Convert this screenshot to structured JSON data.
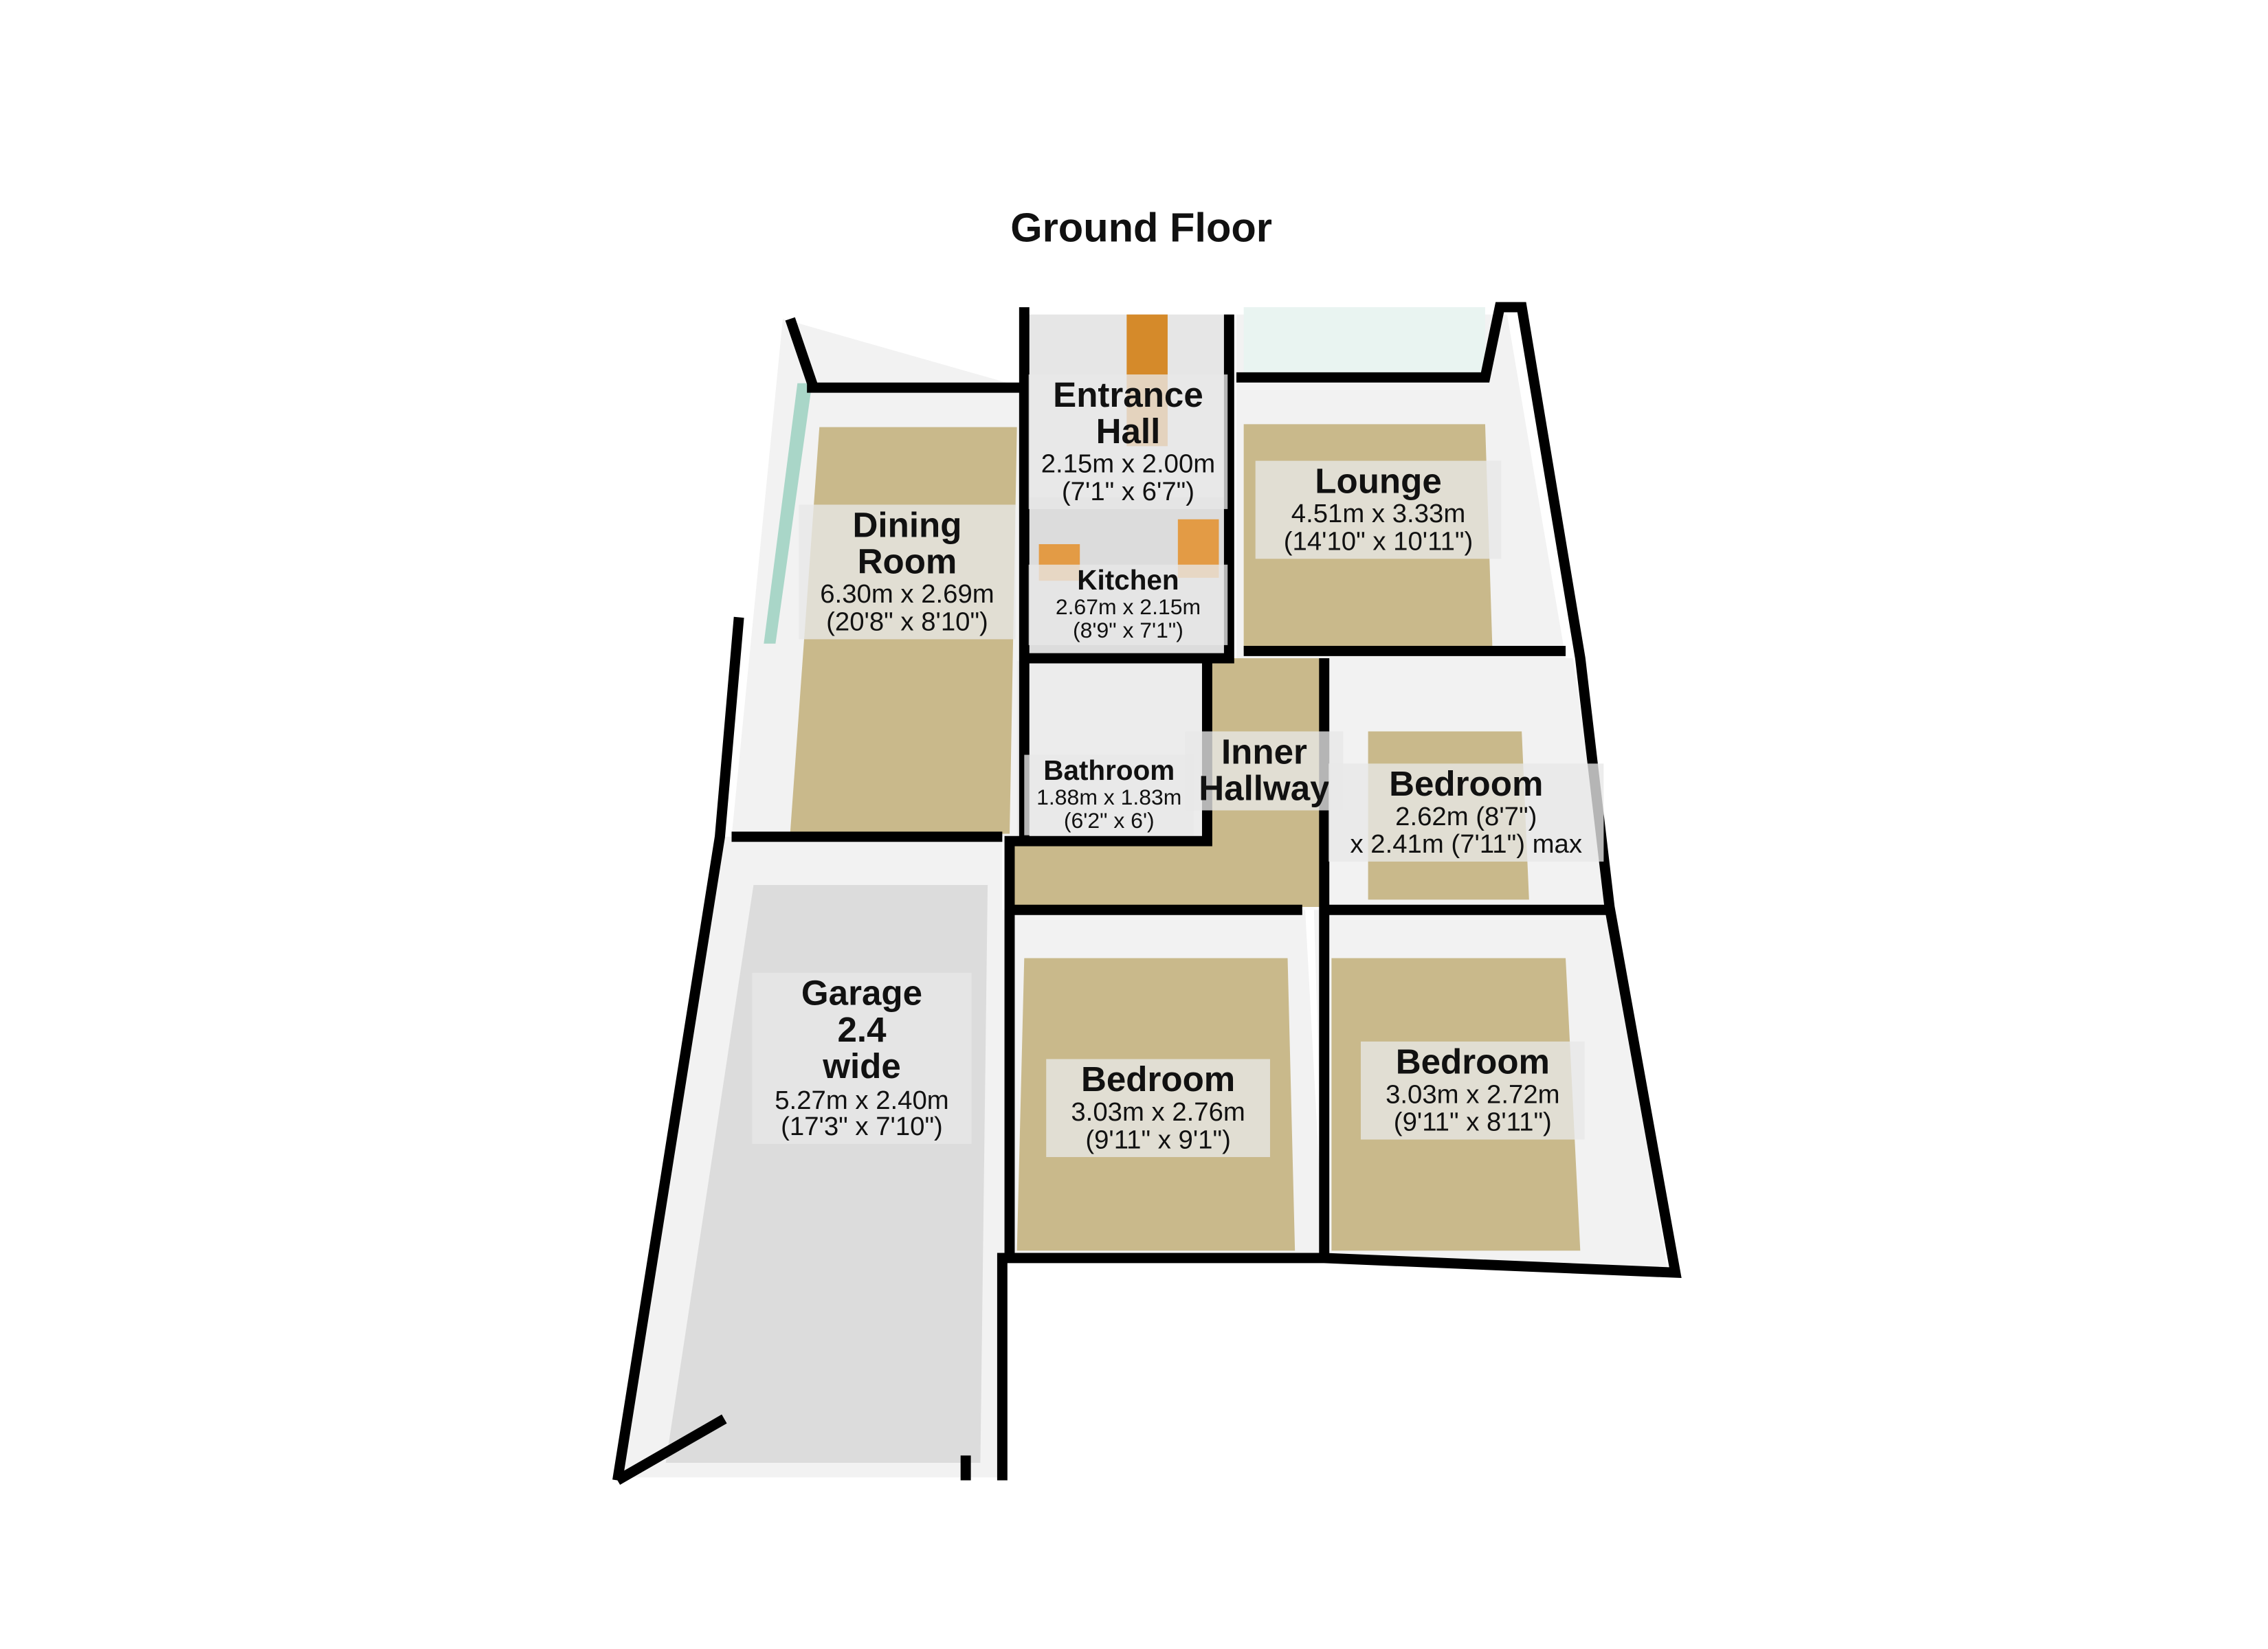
{
  "title": "Ground Floor",
  "colors": {
    "floor": "#c9b98b",
    "wall": "#f4f4f4",
    "outline": "#000000",
    "glass": "#a9d6c8",
    "door": "#d58a2a"
  },
  "rooms": {
    "entrance": {
      "name_1": "Entrance",
      "name_2": "Hall",
      "metric": "2.15m x 2.00m",
      "imperial": "(7'1\" x 6'7\")"
    },
    "dining": {
      "name_1": "Dining",
      "name_2": "Room",
      "metric": "6.30m x 2.69m",
      "imperial": "(20'8\" x 8'10\")"
    },
    "lounge": {
      "name": "Lounge",
      "metric": "4.51m x 3.33m",
      "imperial": "(14'10\" x 10'11\")"
    },
    "kitchen": {
      "name": "Kitchen",
      "metric": "2.67m x 2.15m",
      "imperial": "(8'9\" x 7'1\")"
    },
    "bathroom": {
      "name": "Bathroom",
      "metric": "1.88m x 1.83m",
      "imperial": "(6'2\" x 6')"
    },
    "inner_hallway": {
      "name_1": "Inner",
      "name_2": "Hallway"
    },
    "bedroom_1": {
      "name": "Bedroom",
      "metric": "2.62m (8'7\")",
      "imperial": "x 2.41m (7'11\") max"
    },
    "bedroom_2": {
      "name": "Bedroom",
      "metric": "3.03m x 2.76m",
      "imperial": "(9'11\" x 9'1\")"
    },
    "bedroom_3": {
      "name": "Bedroom",
      "metric": "3.03m x 2.72m",
      "imperial": "(9'11\" x 8'11\")"
    },
    "garage": {
      "name_1": "Garage",
      "name_2": "2.4",
      "name_3": "wide",
      "metric": "5.27m x 2.40m",
      "imperial": "(17'3\" x 7'10\")"
    }
  }
}
